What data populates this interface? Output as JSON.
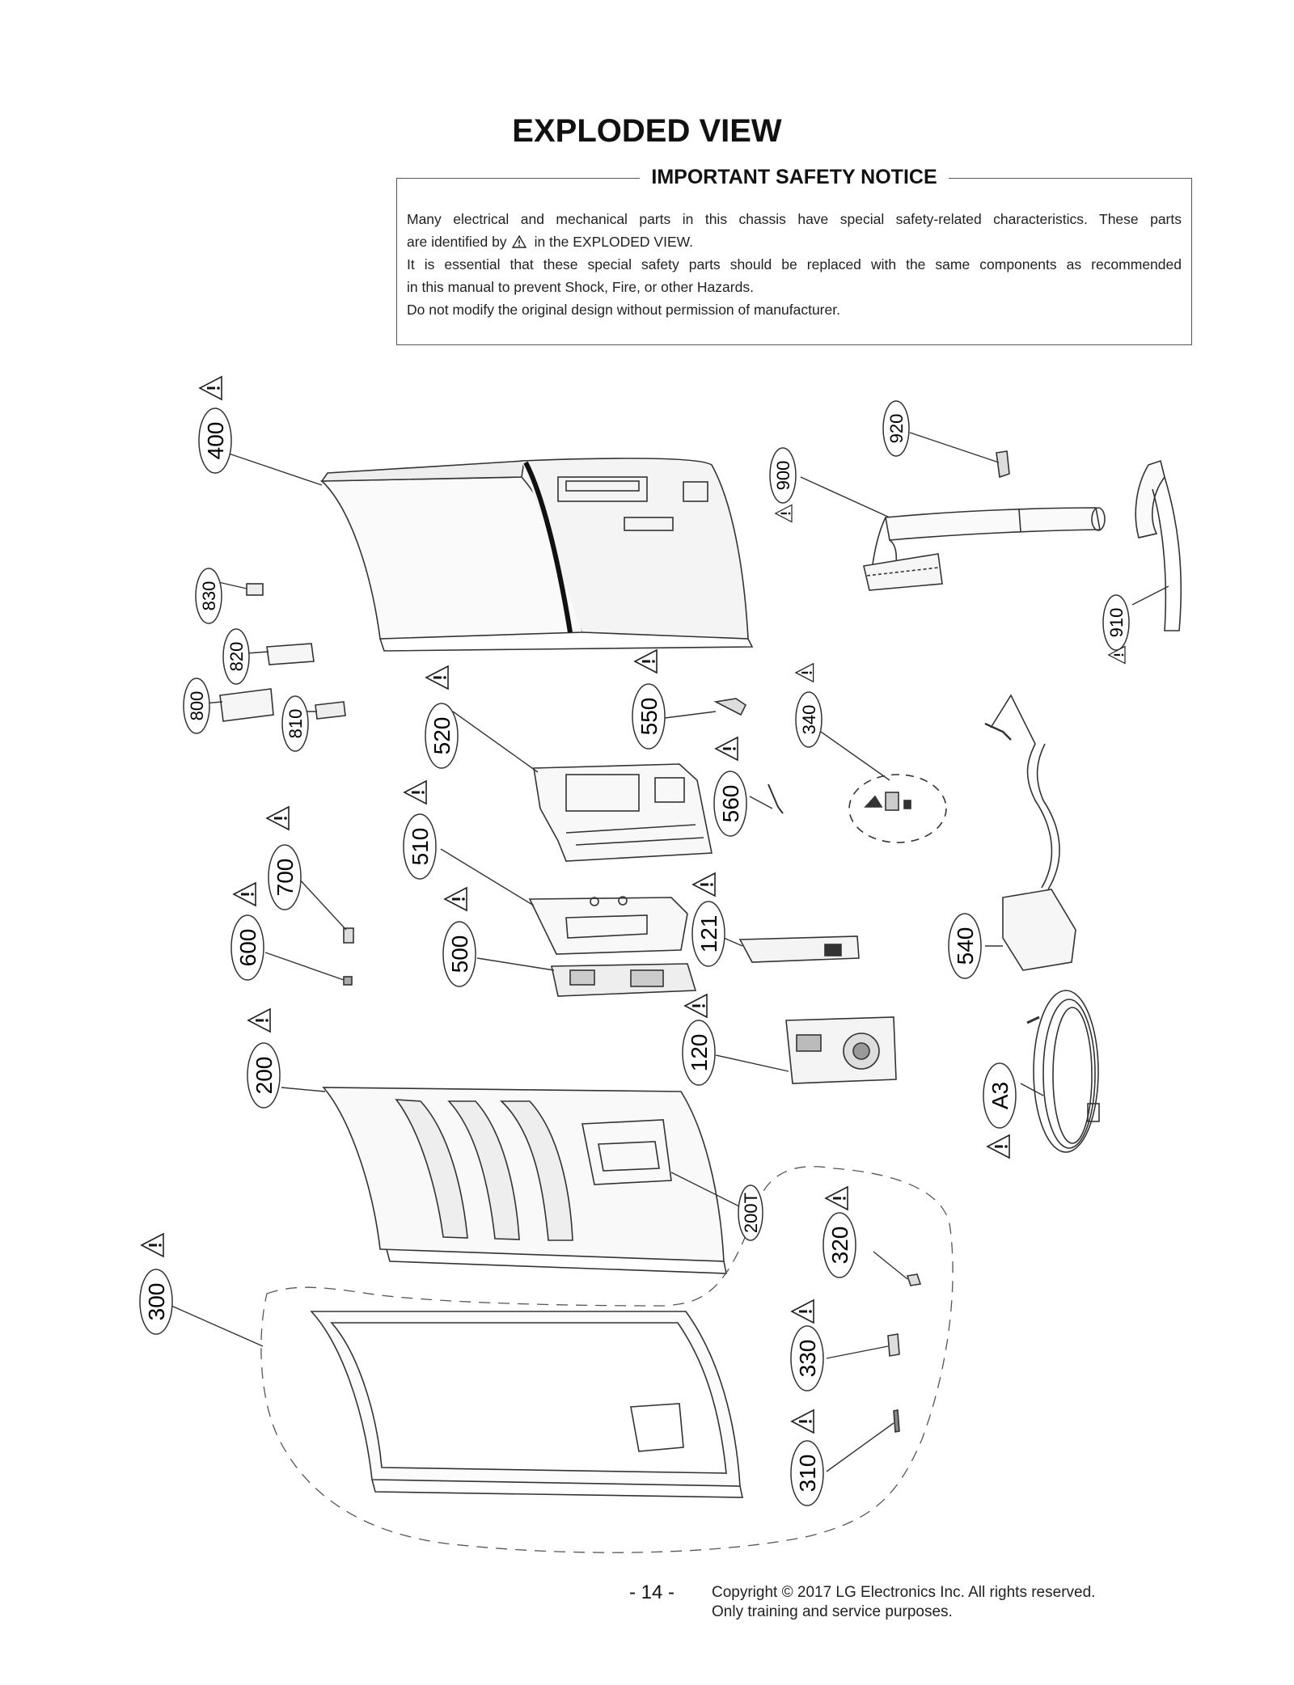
{
  "page_title": "EXPLODED VIEW",
  "notice": {
    "heading": "IMPORTANT SAFETY NOTICE",
    "line1": "Many electrical and mechanical parts in this chassis have special safety-related characteristics. These parts",
    "line2a": "are identified by",
    "line2b": "in the  EXPLODED VIEW.",
    "line3": "It is essential that these special safety parts should be replaced with the same components as recommended",
    "line4": "in this manual to prevent Shock, Fire, or other Hazards.",
    "line5": "Do not modify the original design without permission of manufacturer."
  },
  "parts": {
    "p400": "400",
    "p920": "920",
    "p900": "900",
    "p910": "910",
    "p830": "830",
    "p820": "820",
    "p800": "800",
    "p810": "810",
    "p520": "520",
    "p550": "550",
    "p340": "340",
    "p560": "560",
    "p510": "510",
    "p700": "700",
    "p600": "600",
    "p500": "500",
    "p121": "121",
    "p540": "540",
    "p120": "120",
    "p200": "200",
    "pA3": "A3",
    "p200T": "200T",
    "p320": "320",
    "p300": "300",
    "p330": "330",
    "p310": "310"
  },
  "footer": {
    "page_number": "- 14 -",
    "copyright": "Copyright © 2017   LG Electronics Inc. All rights reserved.",
    "purpose": "Only training and service purposes."
  }
}
